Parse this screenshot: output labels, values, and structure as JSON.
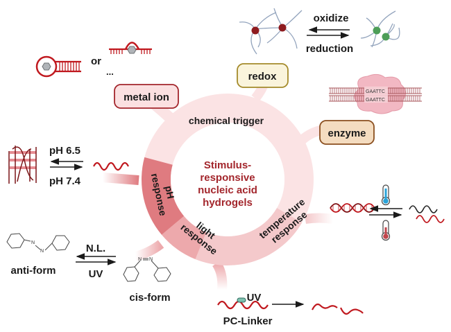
{
  "center": {
    "title_lines": [
      "Stimulus-",
      "responsive",
      "nucleic acid",
      "hydrogels"
    ]
  },
  "ring_segments": [
    {
      "id": "chemical",
      "label_lines": [
        "chemical trigger"
      ],
      "color": "#fbe3e4"
    },
    {
      "id": "temperature",
      "label_lines": [
        "temperature",
        "response"
      ],
      "color": "#f4c9cb"
    },
    {
      "id": "light",
      "label_lines": [
        "light",
        "response"
      ],
      "color": "#eda9ac"
    },
    {
      "id": "ph",
      "label_lines": [
        "pH",
        "response"
      ],
      "color": "#df7b80"
    }
  ],
  "chemical_triggers": {
    "metal_ion": {
      "label": "metal ion",
      "fill": "#fbe0e1",
      "stroke": "#a3262c"
    },
    "redox": {
      "label": "redox",
      "fill": "#faf4dc",
      "stroke": "#a48a2a"
    },
    "enzyme": {
      "label": "enzyme",
      "fill": "#f4dcc0",
      "stroke": "#8a4e1e"
    }
  },
  "metal_ion_panel": {
    "or_text": "or",
    "ellipsis": "..."
  },
  "redox_panel": {
    "forward": "oxidize",
    "reverse": "reduction"
  },
  "enzyme_panel": {
    "seq_top": "GAATTC",
    "seq_bottom": "GAATTC"
  },
  "ph_panel": {
    "forward": "pH 6.5",
    "reverse": "pH 7.4"
  },
  "light_panel": {
    "forward": "N.L.",
    "reverse": "UV",
    "anti_label": "anti-form",
    "cis_label": "cis-form",
    "atom_n": "N"
  },
  "pc_linker_panel": {
    "arrow_label": "UV",
    "linker_label": "PC-Linker"
  },
  "temperature_panel": {
    "cold_color": "#2aa3d8",
    "hot_color": "#c0464d"
  },
  "colors": {
    "dna_red": "#c0191f",
    "dark_red": "#7a1316",
    "gray_chain": "#93a4bd",
    "green_node": "#4d9e58",
    "red_node": "#8e1b1f"
  }
}
